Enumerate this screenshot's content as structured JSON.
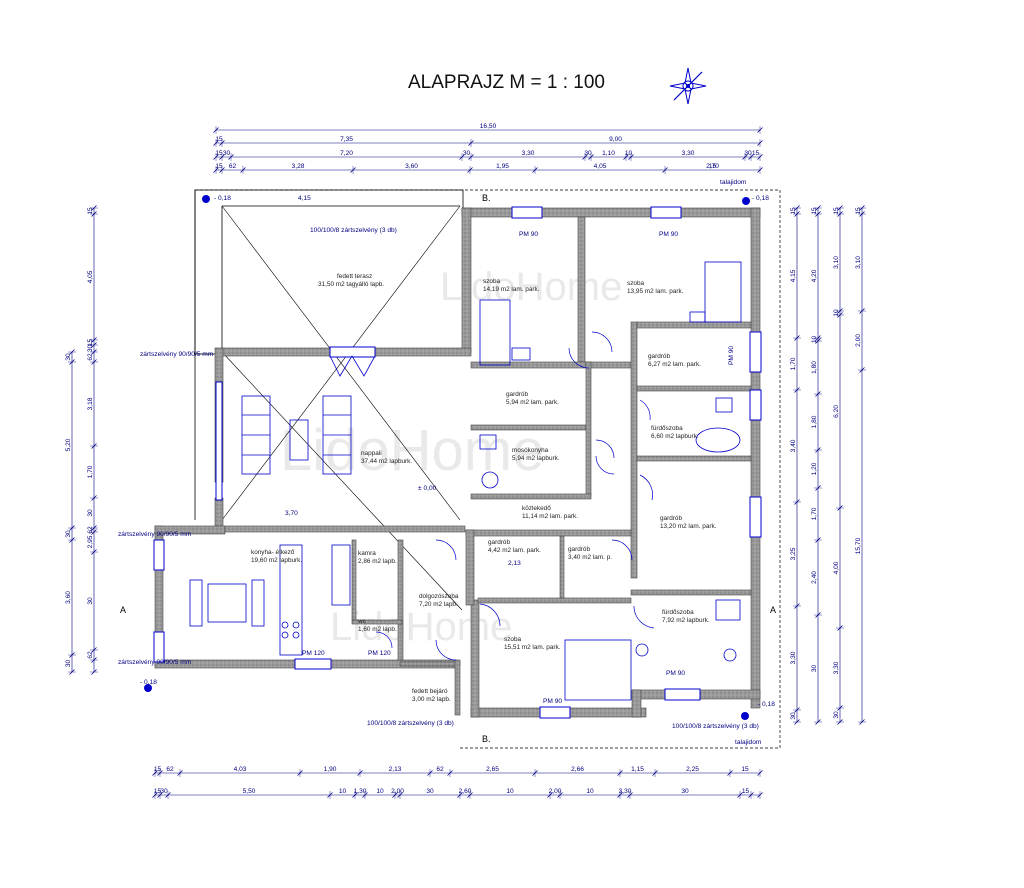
{
  "title": "ALAPRAJZ  M = 1 : 100",
  "watermark": "LidoHome",
  "compass": {
    "icon": "compass-rose-icon"
  },
  "colors": {
    "wall": "#8c8c8c",
    "line": "#0000cc",
    "dim": "#000080",
    "text": "#222222"
  },
  "rooms": [
    {
      "name": "fedett terasz",
      "area": "31,50 m2 tagyálló lapb."
    },
    {
      "name": "nappali",
      "area": "37,44 m2 lapburk."
    },
    {
      "name": "szoba",
      "area": "14,19 m2 lam. park."
    },
    {
      "name": "szoba",
      "area": "13,95 m2 lam. park."
    },
    {
      "name": "gardrób",
      "area": "5,94 m2 lam. park."
    },
    {
      "name": "gardrób",
      "area": "6,27 m2 lam. park."
    },
    {
      "name": "mosókonyha",
      "area": "5,94 m2 lapburk."
    },
    {
      "name": "fürdőszoba",
      "area": "6,60 m2 lapburk."
    },
    {
      "name": "közlekedő",
      "area": "11,14 m2 lam. park."
    },
    {
      "name": "gardrób",
      "area": "13,20 m2 lam. park."
    },
    {
      "name": "konyha- étkező",
      "area": "19,60 m2 lapburk."
    },
    {
      "name": "kamra",
      "area": "2,86 m2 lapb."
    },
    {
      "name": "gardrób",
      "area": "4,42 m2 lam. park."
    },
    {
      "name": "gardrób",
      "area": "3,40 m2 lam. p."
    },
    {
      "name": "dolgozószoba",
      "area": "7,20 m2 lapb."
    },
    {
      "name": "wc",
      "area": "1,60 m2 lapb."
    },
    {
      "name": "szoba",
      "area": "15,51 m2 lam. park."
    },
    {
      "name": "fürdőszoba",
      "area": "7,92 m2 lapburk."
    },
    {
      "name": "fedett bejáró",
      "area": "3,00 m2 lapb."
    }
  ],
  "labels": {
    "terrace_note": "100/100/8 zártszelvény (3 db)",
    "bottom_note": "100/100/8 zártszelvény (3 db)",
    "bottom_note2": "100/100/8 zártszelvény (3 db)",
    "talaj_top": "talajidom",
    "talaj_bottom": "talajidom",
    "level_tl": "- 0,18",
    "level_tr": "- 0,18",
    "level_bl": "- 0,18",
    "level_br": "- 0,18",
    "level_center": "± 0,00",
    "zart_left": "zártszelvény 90/90/5 mm",
    "zart_k1": "zártszelvény 90/90/5 mm",
    "zart_k2": "zártszelvény 90/90/5 mm",
    "section_a_left": "A",
    "section_a_right": "A",
    "section_b_top": "B.",
    "section_b_bottom": "B."
  },
  "dims": {
    "top1": [
      "16,50"
    ],
    "top2": [
      "15",
      "7,35",
      "9,00"
    ],
    "top3": [
      "15",
      "30",
      "7,20",
      "30",
      "3,30",
      "30",
      "1,10",
      "10",
      "3,30",
      "30",
      "15"
    ],
    "top4": [
      "15",
      "62",
      "3,28",
      "3,60",
      "1,95",
      "4,05",
      "2,70",
      "15"
    ],
    "bottom1": [
      "15",
      "62",
      "4,03",
      "1,90",
      "2,13",
      "62",
      "2,65",
      "2,66",
      "1,15",
      "2,25",
      "15"
    ],
    "bottom2": [
      "15",
      "30",
      "5,50",
      "10",
      "1,30",
      "10",
      "2,00",
      "30",
      "2,60",
      "10",
      "2,00",
      "10",
      "3,30",
      "30",
      "15"
    ],
    "left1": [
      "15",
      "4,05",
      "15",
      "30",
      "62",
      "3,18",
      "1,70",
      "30",
      "62",
      "2,95",
      "30",
      "62"
    ],
    "left2": [
      "30",
      "5,20",
      "30",
      "3,60",
      "30"
    ],
    "right1": [
      "15",
      "4,15",
      "1,70",
      "3,40",
      "3,25",
      "3,30",
      "30"
    ],
    "right2": [
      "15",
      "4,20",
      "10",
      "1,80",
      "1,80",
      "1,20",
      "1,70",
      "2,40",
      "30"
    ],
    "right3": [
      "15",
      "3,10",
      "10",
      "6,20",
      "4,00",
      "3,30",
      "30"
    ],
    "right4": [
      "15",
      "3,10",
      "2,00",
      "15,70"
    ]
  },
  "doors": [
    "PM 90",
    "PM 90",
    "PM 120",
    "PM 120",
    "PM 90",
    "PM 90",
    "PM 90"
  ],
  "wide_labels": [
    "4,15",
    "3,70",
    "2,13",
    "1,95"
  ]
}
